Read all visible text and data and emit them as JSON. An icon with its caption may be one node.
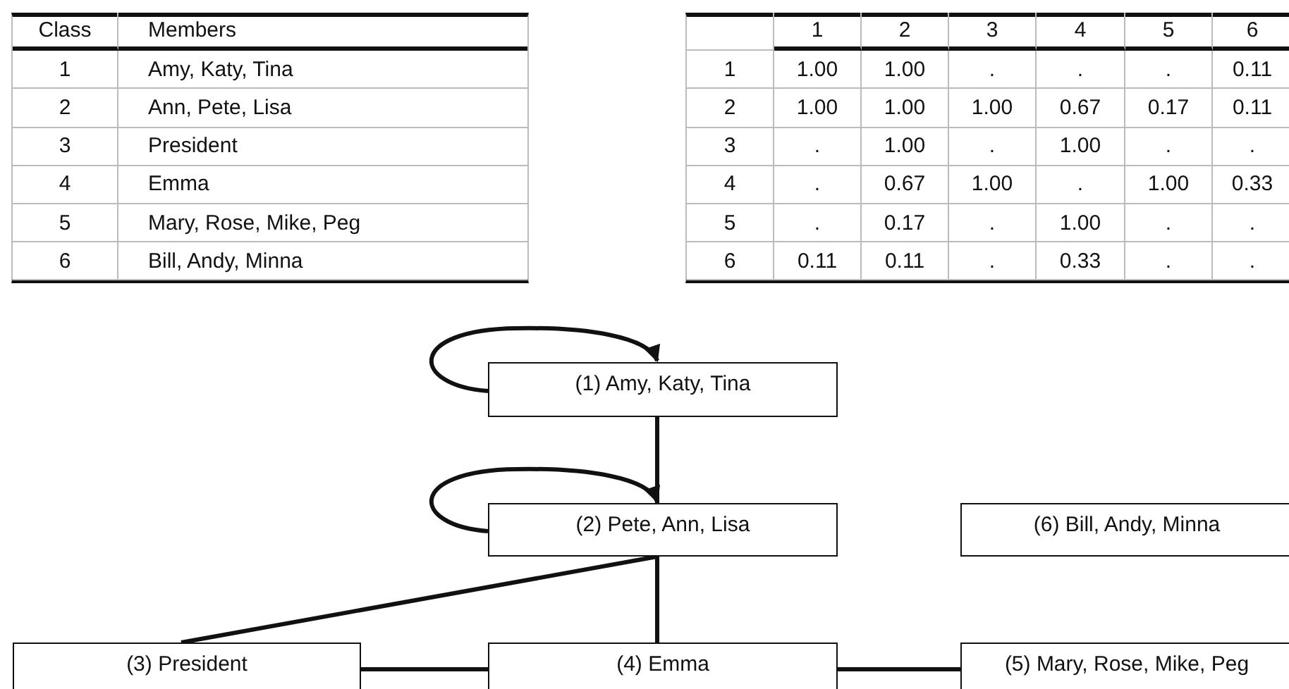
{
  "diagram": {
    "nodes": [
      {
        "text": [
          "(1) Amy, Katy, Tina"
        ]
      },
      {
        "text": [
          "(2) Pete, Ann, Lisa"
        ]
      },
      {
        "text": [
          "(3) President"
        ]
      },
      {
        "text": [
          "(4) Emma"
        ]
      },
      {
        "text": [
          "(5) Mary, Rose, Mike, Peg"
        ]
      },
      {
        "text": [
          "(6) Bill, Andy, Minna"
        ]
      }
    ],
    "edges": [
      {
        "from": 0,
        "to": 0,
        "arrow": "to"
      },
      {
        "from": 0,
        "to": 1,
        "arrow": "none"
      },
      {
        "from": 1,
        "to": 1,
        "arrow": "to"
      },
      {
        "from": 1,
        "to": 2,
        "arrow": "none"
      },
      {
        "from": 1,
        "to": 3,
        "arrow": "none"
      },
      {
        "from": 2,
        "to": 3,
        "arrow": "none"
      },
      {
        "from": 3,
        "to": 4,
        "arrow": "none"
      }
    ],
    "labels": [
      "Class",
      "Members",
      "1",
      "Amy, Katy, Tina",
      "2",
      "Ann, Pete, Lisa",
      "3",
      "President",
      "4",
      "Emma",
      "5",
      "Mary, Rose, Mike, Peg",
      "6",
      "Bill, Andy, Minna",
      "1",
      "2",
      "3",
      "4",
      "5",
      "6",
      "1",
      "1.00",
      "1.00",
      ".",
      ".",
      ".",
      "0.11",
      "2",
      "1.00",
      "1.00",
      "1.00",
      "0.67",
      "0.17",
      "0.11",
      "3",
      ".",
      "1.00",
      ".",
      "1.00",
      ".",
      ".",
      "4",
      ".",
      "0.67",
      "1.00",
      ".",
      "1.00",
      "0.33",
      "5",
      ".",
      "0.17",
      ".",
      "1.00",
      ".",
      ".",
      "6",
      "0.11",
      "0.11",
      ".",
      "0.33",
      ".",
      "."
    ]
  }
}
